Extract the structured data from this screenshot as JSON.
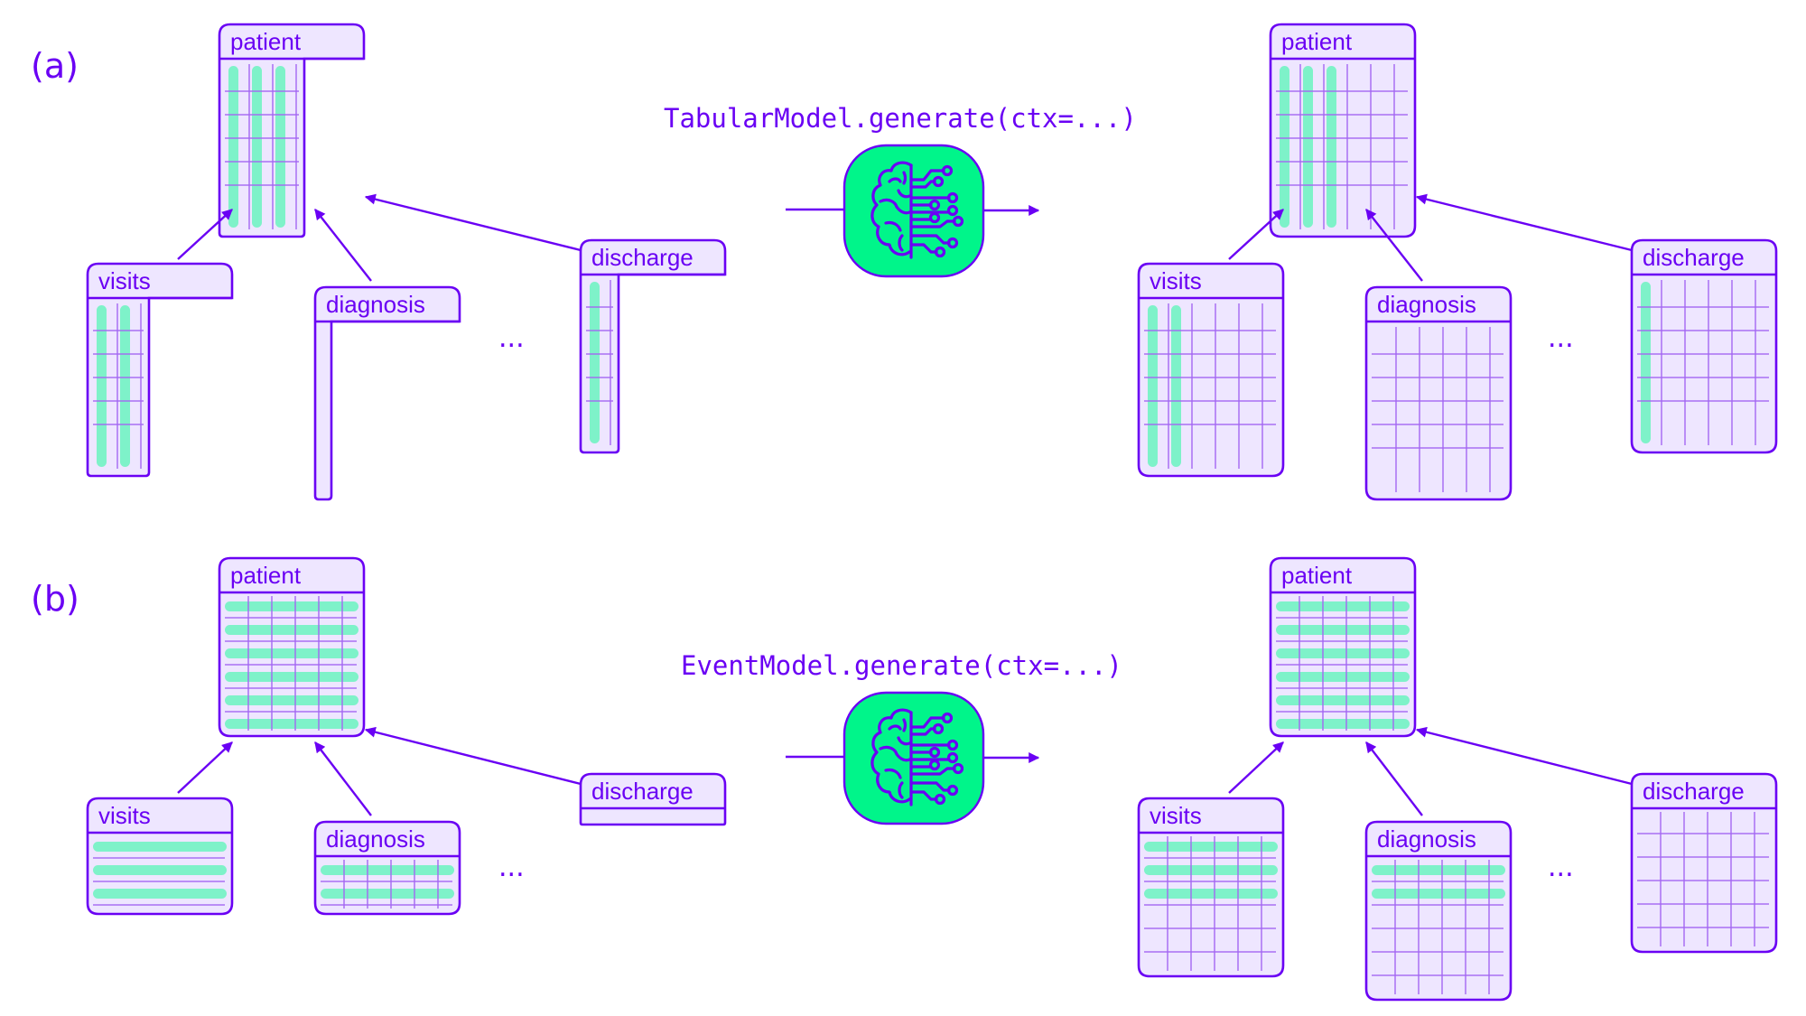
{
  "panels": [
    {
      "label": "(a)",
      "model_call": "TabularModel.generate(ctx=...)",
      "mode": "columns",
      "input": {
        "tables": [
          {
            "name": "patient",
            "grid_cols": 6,
            "grid_rows": 6,
            "visible_cols": 3,
            "filled_cols": 3,
            "filled_rows": 0
          },
          {
            "name": "visits",
            "grid_cols": 6,
            "grid_rows": 6,
            "visible_cols": 2,
            "filled_cols": 2,
            "filled_rows": 0
          },
          {
            "name": "diagnosis",
            "grid_cols": 6,
            "grid_rows": 6,
            "visible_cols": 0,
            "filled_cols": 0,
            "filled_rows": 0
          },
          {
            "name": "discharge",
            "grid_cols": 6,
            "grid_rows": 6,
            "visible_cols": 1,
            "filled_cols": 1,
            "filled_rows": 0
          }
        ]
      },
      "output": {
        "tables": [
          {
            "name": "patient",
            "grid_cols": 6,
            "grid_rows": 6,
            "visible_cols": 6,
            "filled_cols": 3,
            "filled_rows": 0
          },
          {
            "name": "visits",
            "grid_cols": 6,
            "grid_rows": 6,
            "visible_cols": 6,
            "filled_cols": 2,
            "filled_rows": 0
          },
          {
            "name": "diagnosis",
            "grid_cols": 6,
            "grid_rows": 6,
            "visible_cols": 6,
            "filled_cols": 0,
            "filled_rows": 0
          },
          {
            "name": "discharge",
            "grid_cols": 6,
            "grid_rows": 6,
            "visible_cols": 6,
            "filled_cols": 1,
            "filled_rows": 0
          }
        ]
      },
      "ellipsis": "..."
    },
    {
      "label": "(b)",
      "model_call": "EventModel.generate(ctx=...)",
      "mode": "rows",
      "input": {
        "tables": [
          {
            "name": "patient",
            "grid_cols": 6,
            "grid_rows": 6,
            "visible_rows": 6,
            "filled_rows": 6,
            "grid_visible": true
          },
          {
            "name": "visits",
            "grid_cols": 6,
            "grid_rows": 6,
            "visible_rows": 3,
            "filled_rows": 3,
            "grid_visible": false
          },
          {
            "name": "diagnosis",
            "grid_cols": 6,
            "grid_rows": 6,
            "visible_rows": 2,
            "filled_rows": 2,
            "grid_visible": true
          },
          {
            "name": "discharge",
            "grid_cols": 6,
            "grid_rows": 6,
            "visible_rows": 0,
            "filled_rows": 0,
            "grid_visible": false
          }
        ]
      },
      "output": {
        "tables": [
          {
            "name": "patient",
            "grid_cols": 6,
            "grid_rows": 6,
            "visible_rows": 6,
            "filled_rows": 6,
            "grid_visible": true
          },
          {
            "name": "visits",
            "grid_cols": 6,
            "grid_rows": 6,
            "visible_rows": 6,
            "filled_rows": 3,
            "grid_visible": true
          },
          {
            "name": "diagnosis",
            "grid_cols": 6,
            "grid_rows": 6,
            "visible_rows": 6,
            "filled_rows": 2,
            "grid_visible": true
          },
          {
            "name": "discharge",
            "grid_cols": 6,
            "grid_rows": 6,
            "visible_rows": 6,
            "filled_rows": 0,
            "grid_visible": true
          }
        ]
      },
      "ellipsis": "..."
    }
  ],
  "icons": {
    "model": "brain-circuit-icon"
  },
  "colors": {
    "accent": "#6a00f4",
    "table_fill": "#eee6ff",
    "filled_data": "#77f2c6",
    "model_fill": "#00f58a"
  }
}
